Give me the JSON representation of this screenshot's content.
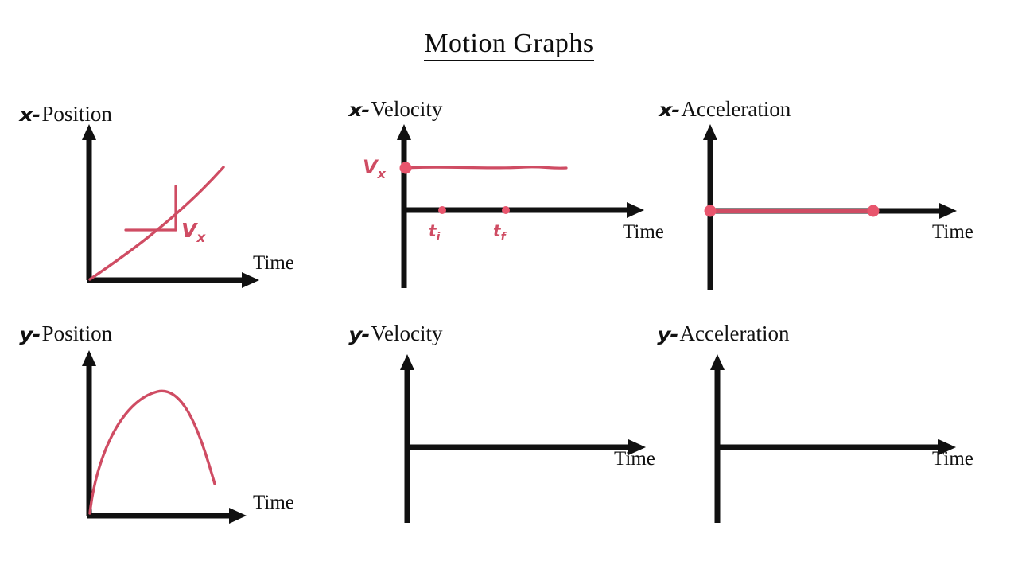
{
  "title": "Motion Graphs",
  "colors": {
    "axis": "#111111",
    "curve": "#cf4c63",
    "text": "#111111",
    "background": "#ffffff"
  },
  "axis_time_label": "Time",
  "panels": [
    {
      "id": "x-position",
      "axis_var": "x-",
      "quantity": "Position",
      "time_label": "Time",
      "annotations": {
        "slope_label": "V",
        "slope_sub": "x"
      }
    },
    {
      "id": "x-velocity",
      "axis_var": "x-",
      "quantity": "Velocity",
      "time_label": "Time",
      "annotations": {
        "value_label": "V",
        "value_sub": "x",
        "t_initial": "t",
        "t_initial_sub": "i",
        "t_final": "t",
        "t_final_sub": "f"
      }
    },
    {
      "id": "x-acceleration",
      "axis_var": "x-",
      "quantity": "Acceleration",
      "time_label": "Time",
      "annotations": {}
    },
    {
      "id": "y-position",
      "axis_var": "y-",
      "quantity": "Position",
      "time_label": "Time",
      "annotations": {}
    },
    {
      "id": "y-velocity",
      "axis_var": "y-",
      "quantity": "Velocity",
      "time_label": "Time",
      "annotations": {}
    },
    {
      "id": "y-acceleration",
      "axis_var": "y-",
      "quantity": "Acceleration",
      "time_label": "Time",
      "annotations": {}
    }
  ],
  "chart_data": [
    {
      "type": "line",
      "title": "x- Position",
      "xlabel": "Time",
      "ylabel": "x-Position",
      "description": "Straight line of constant positive slope starting at the origin; a slope triangle is drawn on it labeled Vx.",
      "x": [
        0,
        1
      ],
      "y": [
        0,
        1
      ],
      "annotations": [
        "Vx slope triangle"
      ],
      "grid": false,
      "legend": "none"
    },
    {
      "type": "line",
      "title": "x- Velocity",
      "xlabel": "Time",
      "ylabel": "x-Velocity",
      "description": "Horizontal line at a constant positive value Vx; markers at ti and tf on the time axis.",
      "x": [
        0,
        1
      ],
      "y": [
        1,
        1
      ],
      "annotations": [
        "Vx",
        "ti",
        "tf"
      ],
      "grid": false,
      "legend": "none"
    },
    {
      "type": "line",
      "title": "x- Acceleration",
      "xlabel": "Time",
      "ylabel": "x-Acceleration",
      "description": "Horizontal line lying on the time axis (zero acceleration) with endpoint dots.",
      "x": [
        0,
        1
      ],
      "y": [
        0,
        0
      ],
      "annotations": [
        "endpoint dots"
      ],
      "grid": false,
      "legend": "none"
    },
    {
      "type": "line",
      "title": "y- Position",
      "xlabel": "Time",
      "ylabel": "y-Position",
      "description": "Downward-opening parabola starting at the origin, rising to a peak then falling.",
      "x": [
        0,
        0.25,
        0.5,
        0.63,
        0.8,
        1
      ],
      "y": [
        0,
        0.62,
        0.93,
        1.0,
        0.78,
        0.28
      ],
      "grid": false,
      "legend": "none"
    },
    {
      "type": "line",
      "title": "y- Velocity",
      "xlabel": "Time",
      "ylabel": "y-Velocity",
      "description": "Empty axes, no data plotted.",
      "x": [],
      "y": [],
      "grid": false,
      "legend": "none"
    },
    {
      "type": "line",
      "title": "y- Acceleration",
      "xlabel": "Time",
      "ylabel": "y-Acceleration",
      "description": "Empty axes, no data plotted.",
      "x": [],
      "y": [],
      "grid": false,
      "legend": "none"
    }
  ]
}
